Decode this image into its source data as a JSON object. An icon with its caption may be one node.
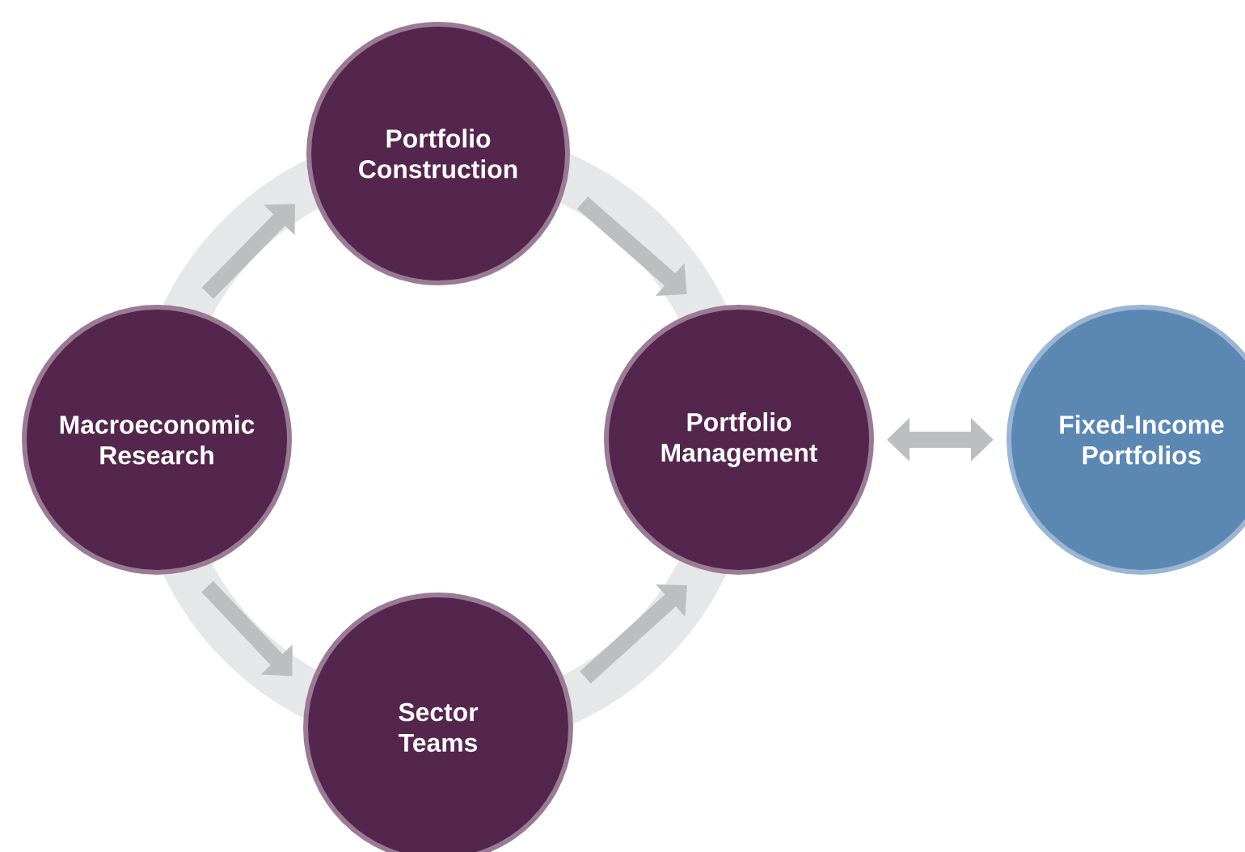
{
  "diagram": {
    "nodes": [
      {
        "text": [
          "Portfolio Construction"
        ]
      },
      {
        "text": [
          "Macroeconomic Research"
        ]
      },
      {
        "text": [
          "Portfolio Management"
        ]
      },
      {
        "text": [
          "Fixed-Income Portfolios"
        ]
      },
      {
        "text": [
          "Sector Teams"
        ]
      }
    ],
    "edges": [
      {
        "from": 1,
        "to": 0,
        "arrow": "to"
      },
      {
        "from": 0,
        "to": 2,
        "arrow": "to"
      },
      {
        "from": 1,
        "to": 4,
        "arrow": "to"
      },
      {
        "from": 4,
        "to": 2,
        "arrow": "to"
      },
      {
        "from": 2,
        "to": 3,
        "arrow": "both"
      }
    ]
  }
}
